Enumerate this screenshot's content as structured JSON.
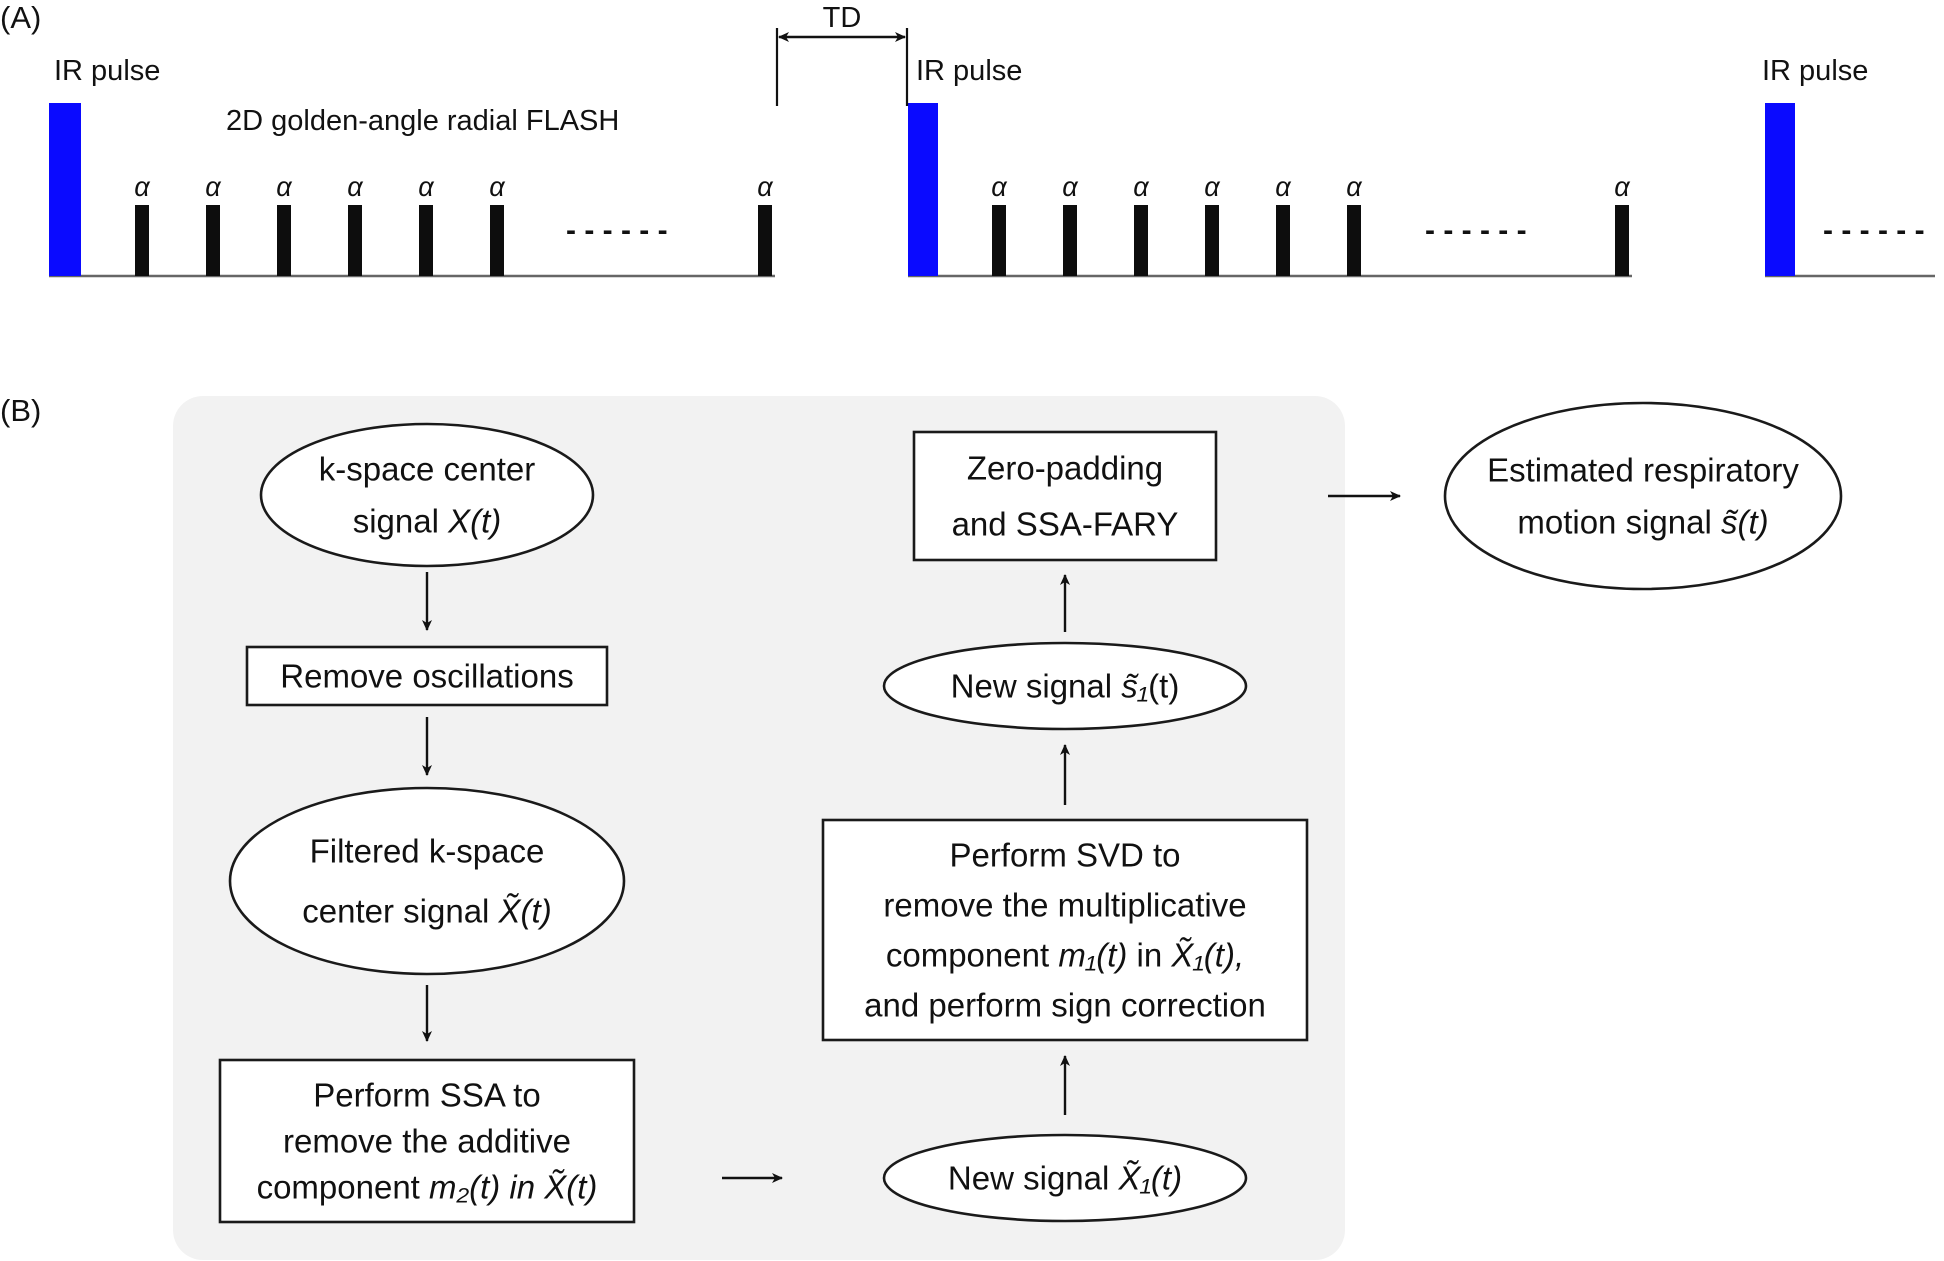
{
  "panel_a": {
    "label": "(A)",
    "ir_pulse_labels": [
      "IR pulse",
      "IR pulse",
      "IR pulse"
    ],
    "sequence_label": "2D golden-angle radial FLASH",
    "td_label": "TD",
    "alpha_symbol": "α",
    "ellipsis": "- - - - - -",
    "colors": {
      "ir_pulse": "#0a0aff",
      "alpha_pulse": "#0d0d0d",
      "baseline": "#666666"
    }
  },
  "panel_b": {
    "label": "(B)",
    "background_color": "#f2f2f2",
    "nodes": {
      "kspace_signal": {
        "shape": "ellipse",
        "lines": [
          [
            "k-space center"
          ],
          [
            "signal ",
            {
              "i": "X(t)"
            }
          ]
        ]
      },
      "remove_oscillations": {
        "shape": "rect",
        "lines": [
          [
            "Remove oscillations"
          ]
        ]
      },
      "filtered_signal": {
        "shape": "ellipse",
        "lines": [
          [
            "Filtered k-space"
          ],
          [
            "center signal ",
            {
              "i": "X̃(t)"
            }
          ]
        ]
      },
      "perform_ssa": {
        "shape": "rect",
        "lines": [
          [
            "Perform SSA to"
          ],
          [
            "remove the additive"
          ],
          [
            "component ",
            {
              "i": "m₂(t) in X̃(t)"
            }
          ]
        ]
      },
      "new_signal_x1": {
        "shape": "ellipse",
        "lines": [
          [
            "New signal ",
            {
              "i": "X̃₁(t)"
            }
          ]
        ]
      },
      "perform_svd": {
        "shape": "rect",
        "lines": [
          [
            "Perform SVD to"
          ],
          [
            "remove the multiplicative"
          ],
          [
            "component ",
            {
              "i": "m₁(t)"
            },
            " in ",
            {
              "i": "X̃₁(t),"
            }
          ],
          [
            "and perform sign correction"
          ]
        ]
      },
      "new_signal_s1": {
        "shape": "ellipse",
        "lines": [
          [
            "New signal ",
            {
              "i": "s̃₁"
            },
            "(t)"
          ]
        ]
      },
      "zero_padding": {
        "shape": "rect",
        "lines": [
          [
            "Zero-padding"
          ],
          [
            "and SSA-FARY"
          ]
        ]
      },
      "estimated_signal": {
        "shape": "ellipse",
        "lines": [
          [
            "Estimated respiratory"
          ],
          [
            "motion signal ",
            {
              "i": "s̃(t)"
            }
          ]
        ]
      }
    }
  }
}
